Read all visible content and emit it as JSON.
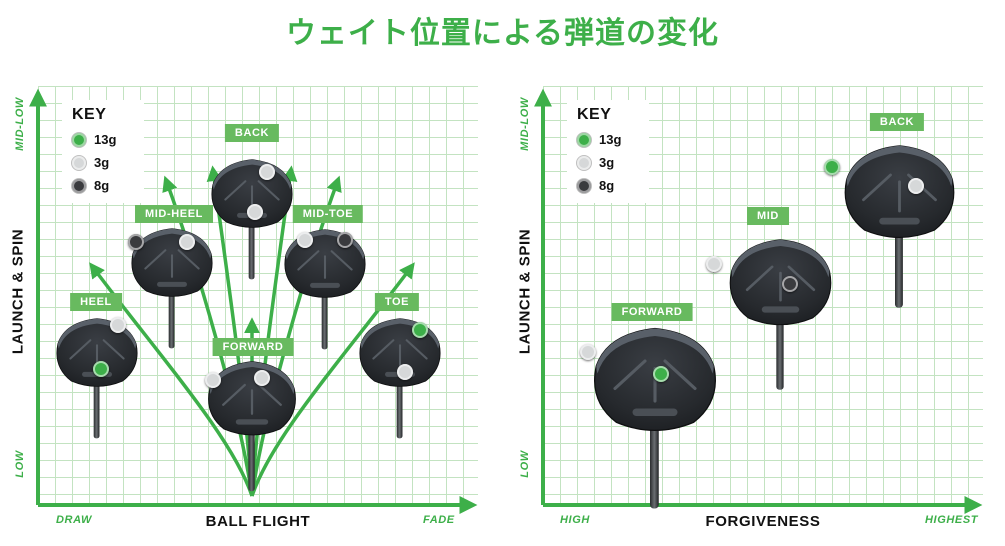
{
  "title": "ウェイト位置による弾道の変化",
  "colors": {
    "green": "#3daf49",
    "badge_green": "#68ba5f",
    "grid": "#c3e3c1",
    "dot_13g": "#3daf49",
    "dot_3g": "#d6d8d9",
    "dot_8g": "#3a3b3e"
  },
  "key": {
    "title": "KEY",
    "items": [
      {
        "label": "13g",
        "color": "#3daf49"
      },
      {
        "label": "3g",
        "color": "#d6d8d9"
      },
      {
        "label": "8g",
        "color": "#3a3b3e"
      }
    ]
  },
  "left_chart": {
    "y_top_label": "MID-LOW",
    "y_axis_title": "LAUNCH & SPIN",
    "y_bottom_label": "LOW",
    "x_left_label": "DRAW",
    "x_axis_title": "BALL FLIGHT",
    "x_right_label": "FADE",
    "heads": [
      {
        "label": "BACK",
        "weights": [
          "3g",
          "3g"
        ]
      },
      {
        "label": "MID-HEEL",
        "weights": [
          "8g",
          "3g"
        ]
      },
      {
        "label": "MID-TOE",
        "weights": [
          "3g",
          "8g"
        ]
      },
      {
        "label": "HEEL",
        "weights": [
          "3g",
          "13g"
        ]
      },
      {
        "label": "TOE",
        "weights": [
          "13g",
          "3g"
        ]
      },
      {
        "label": "FORWARD",
        "weights": [
          "3g",
          "3g"
        ]
      }
    ]
  },
  "right_chart": {
    "y_top_label": "MID-LOW",
    "y_axis_title": "LAUNCH & SPIN",
    "y_bottom_label": "LOW",
    "x_left_label": "HIGH",
    "x_axis_title": "FORGIVENESS",
    "x_right_label": "HIGHEST",
    "heads": [
      {
        "label": "FORWARD",
        "weights": [
          "3g",
          "13g"
        ]
      },
      {
        "label": "MID",
        "weights": [
          "3g",
          "8g"
        ]
      },
      {
        "label": "BACK",
        "weights": [
          "13g",
          "3g"
        ]
      }
    ]
  }
}
